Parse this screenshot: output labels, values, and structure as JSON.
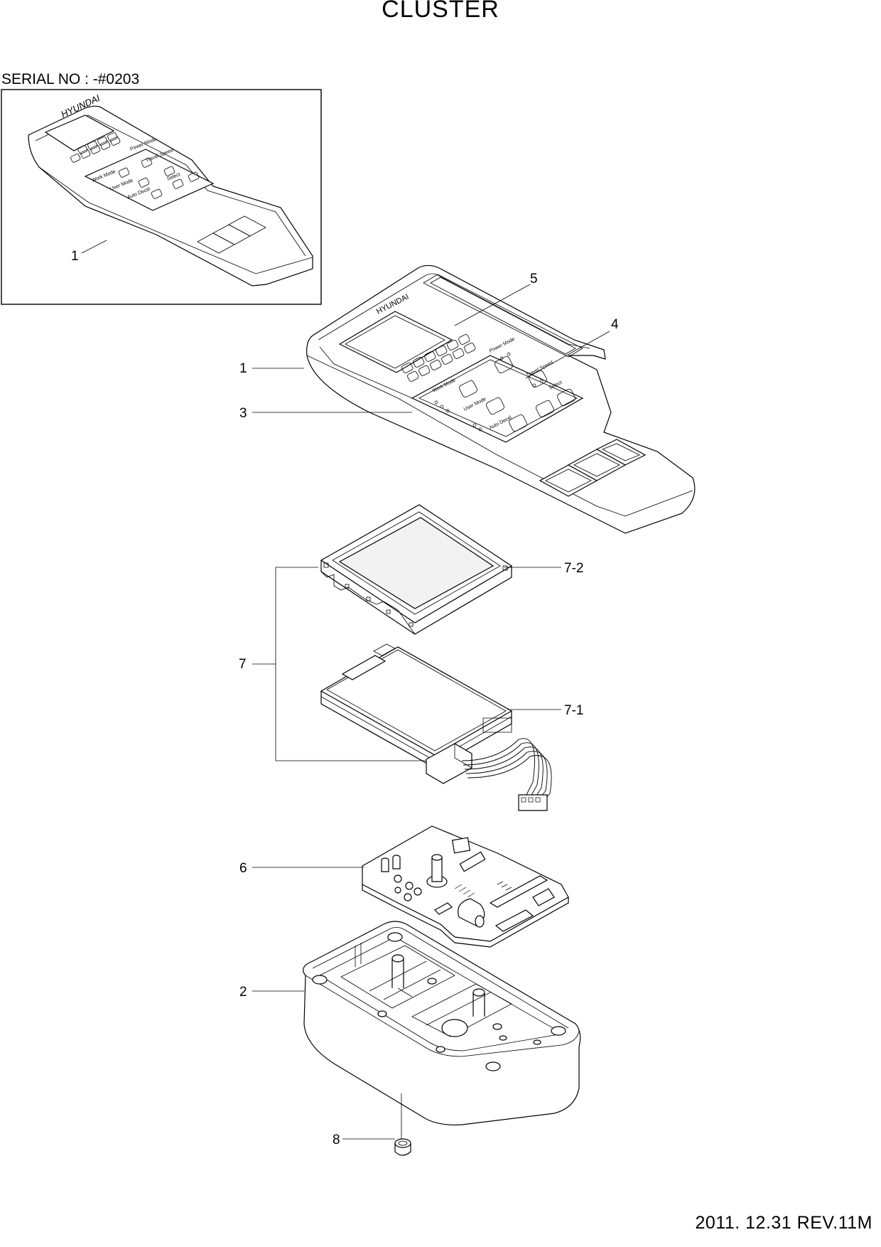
{
  "title": "CLUSTER",
  "serial_no": "SERIAL NO : -#0203",
  "footer": "2011. 12.31  REV.11M",
  "inset": {
    "callout": "1",
    "brand": "HYUNDAI",
    "button_labels": [
      "Power Mode",
      "Travel Speed",
      "Work Mode",
      "User Mode",
      "Select",
      "Auto Decel"
    ]
  },
  "main_panel": {
    "brand": "HYUNDAI",
    "button_labels": [
      "Power Mode",
      "Travel Speed",
      "Work Mode",
      "User Mode",
      "Select",
      "Auto Decel"
    ]
  },
  "callouts": {
    "c1": "1",
    "c2": "2",
    "c3": "3",
    "c4": "4",
    "c5": "5",
    "c6": "6",
    "c7": "7",
    "c7_1": "7-1",
    "c7_2": "7-2",
    "c8": "8"
  }
}
